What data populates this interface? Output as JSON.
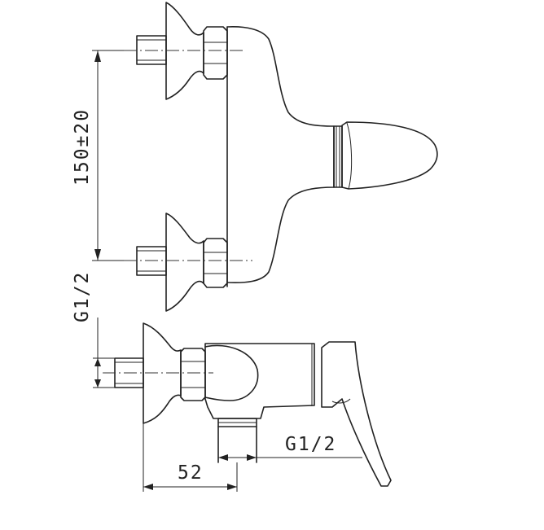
{
  "dimensions": {
    "center_distance": "150±20",
    "inlet_thread": "G1/2",
    "outlet_thread": "G1/2",
    "wall_offset": "52"
  }
}
